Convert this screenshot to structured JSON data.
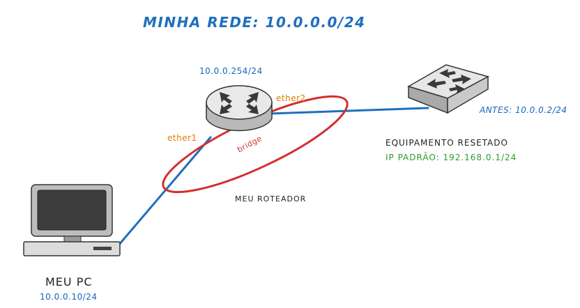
{
  "title": "MINHA REDE: 10.0.0.0/24",
  "router": {
    "ip": "10.0.0.254/24",
    "label": "MEU ROTEADOR",
    "port_left": "ether1",
    "port_right": "ether2",
    "icon": "router-icon"
  },
  "bridge": {
    "label": "bridge",
    "color": "#d32f2f"
  },
  "equipment": {
    "previous_ip": "ANTES: 10.0.0.2/24",
    "status": "EQUIPAMENTO RESETADO",
    "default_ip": "IP PADRÃO: 192.168.0.1/24",
    "icon": "switch-icon"
  },
  "pc": {
    "label": "MEU PC",
    "ip": "10.0.0.10/24",
    "icon": "laptop-icon"
  },
  "colors": {
    "link": "#1f6fbf",
    "title": "#1f6fbf",
    "ip_text": "#1565c0",
    "port_text": "#e07b00",
    "default_ip_text": "#2e9b2e"
  }
}
